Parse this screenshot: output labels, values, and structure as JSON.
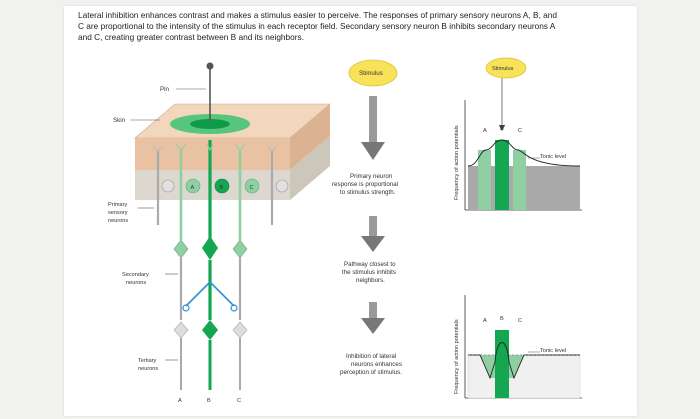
{
  "caption": "Lateral inhibition enhances contrast and makes a stimulus easier to perceive. The responses of primary sensory neurons A, B, and C are proportional to the intensity of the stimulus in each receptor field. Secondary sensory neuron B inhibits secondary neurons A and C, creating greater contrast between B and its neighbors.",
  "labels": {
    "pin": "Pin",
    "skin": "Skin",
    "primary": [
      "Primary",
      "sensory",
      "neurons"
    ],
    "secondary": [
      "Secondary",
      "neurons"
    ],
    "tertiary": [
      "Tertiary",
      "neurons"
    ]
  },
  "neuron_letters": [
    "A",
    "B",
    "C"
  ],
  "flow": {
    "stimulus": "Stimulus",
    "step1": [
      "Primary neuron",
      "response is proportional",
      "to stimulus strength."
    ],
    "step2": [
      "Pathway closest to",
      "the stimulus inhibits",
      "neighbors."
    ],
    "step3": [
      "Inhibition of lateral",
      "neurons enhances",
      "perception of stimulus."
    ]
  },
  "graphs": {
    "stimulus": "Stimulus",
    "y_label": "Frequency of action potentials",
    "tonic_level": "Tonic level",
    "letters": [
      "A",
      "B",
      "C"
    ]
  },
  "colors": {
    "green": "#14a651",
    "light_green": "#8fcfa2",
    "stimulus_yellow": "#f7e25a",
    "tonic_gray": "#a9a9a9",
    "skin": "#f3d7bd"
  }
}
